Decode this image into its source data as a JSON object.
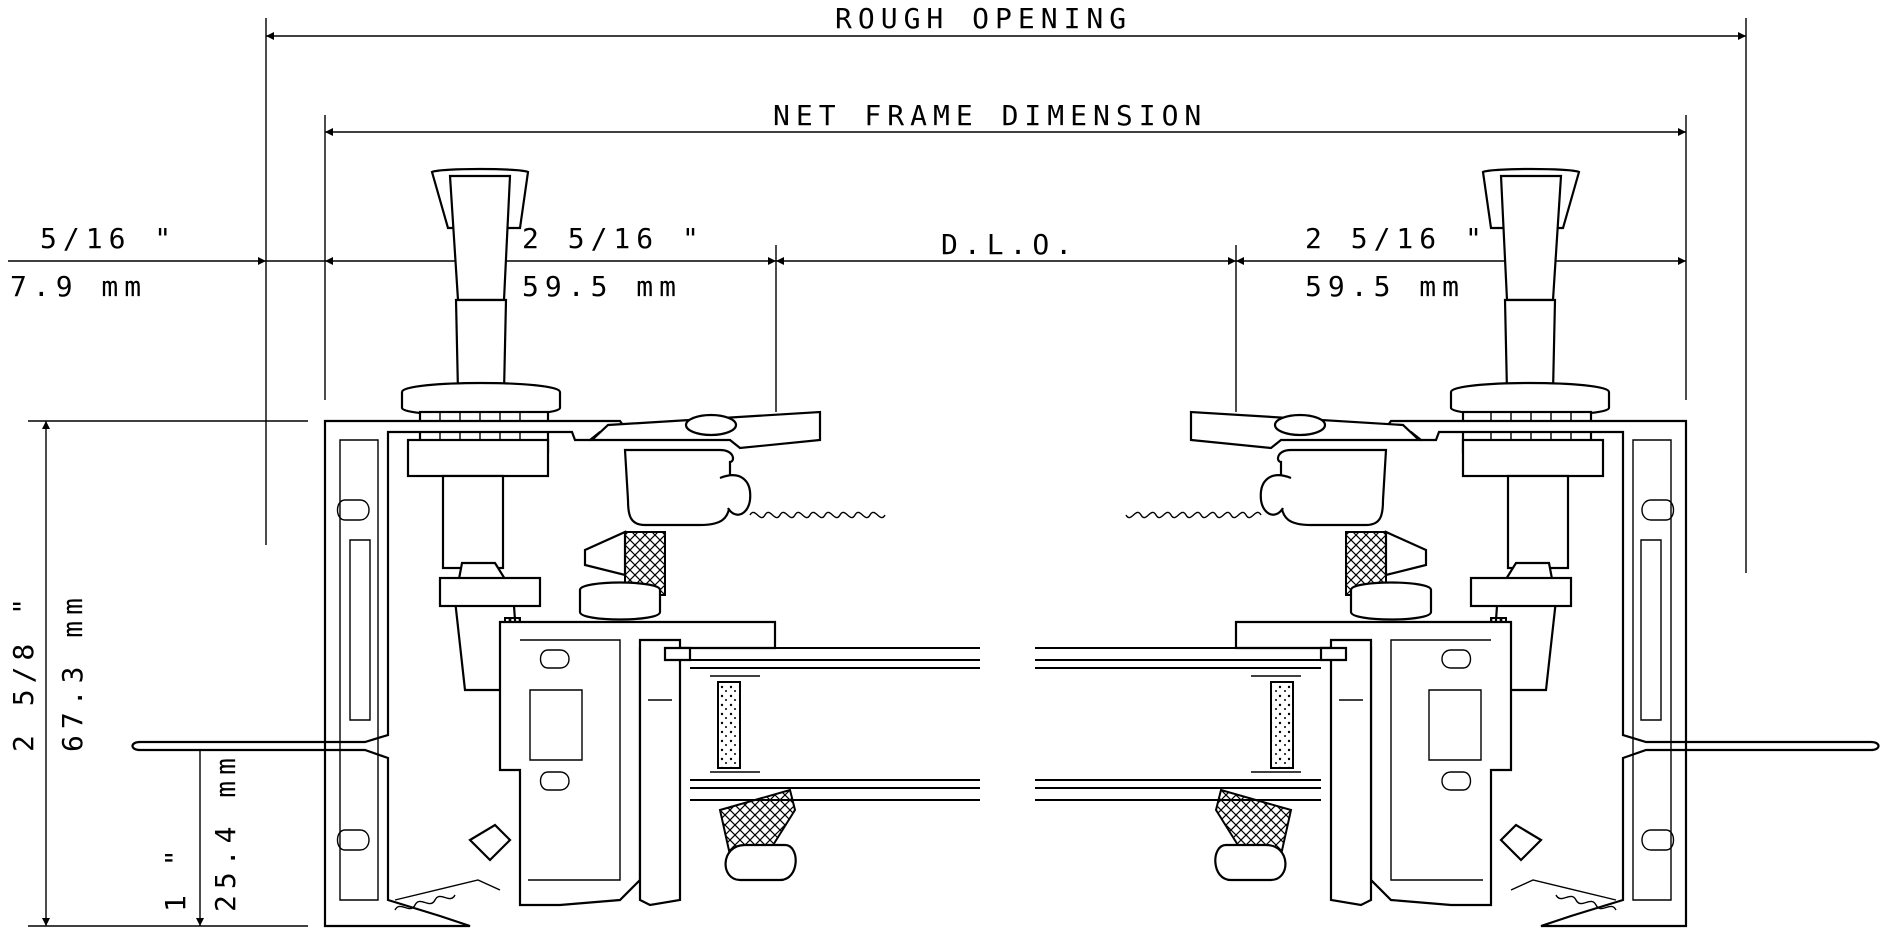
{
  "dimensions": {
    "rough_opening": "ROUGH OPENING",
    "net_frame": "NET FRAME DIMENSION",
    "dlo": "D.L.O.",
    "left_offset_in": "5/16 \"",
    "left_offset_mm": "7.9 mm",
    "left_frame_in": "2 5/16 \"",
    "left_frame_mm": "59.5 mm",
    "right_frame_in": "2 5/16 \"",
    "right_frame_mm": "59.5 mm",
    "height_in": "2 5/8 \"",
    "height_mm": "67.3 mm",
    "fin_in": "1 \"",
    "fin_mm": "25.4 mm"
  }
}
